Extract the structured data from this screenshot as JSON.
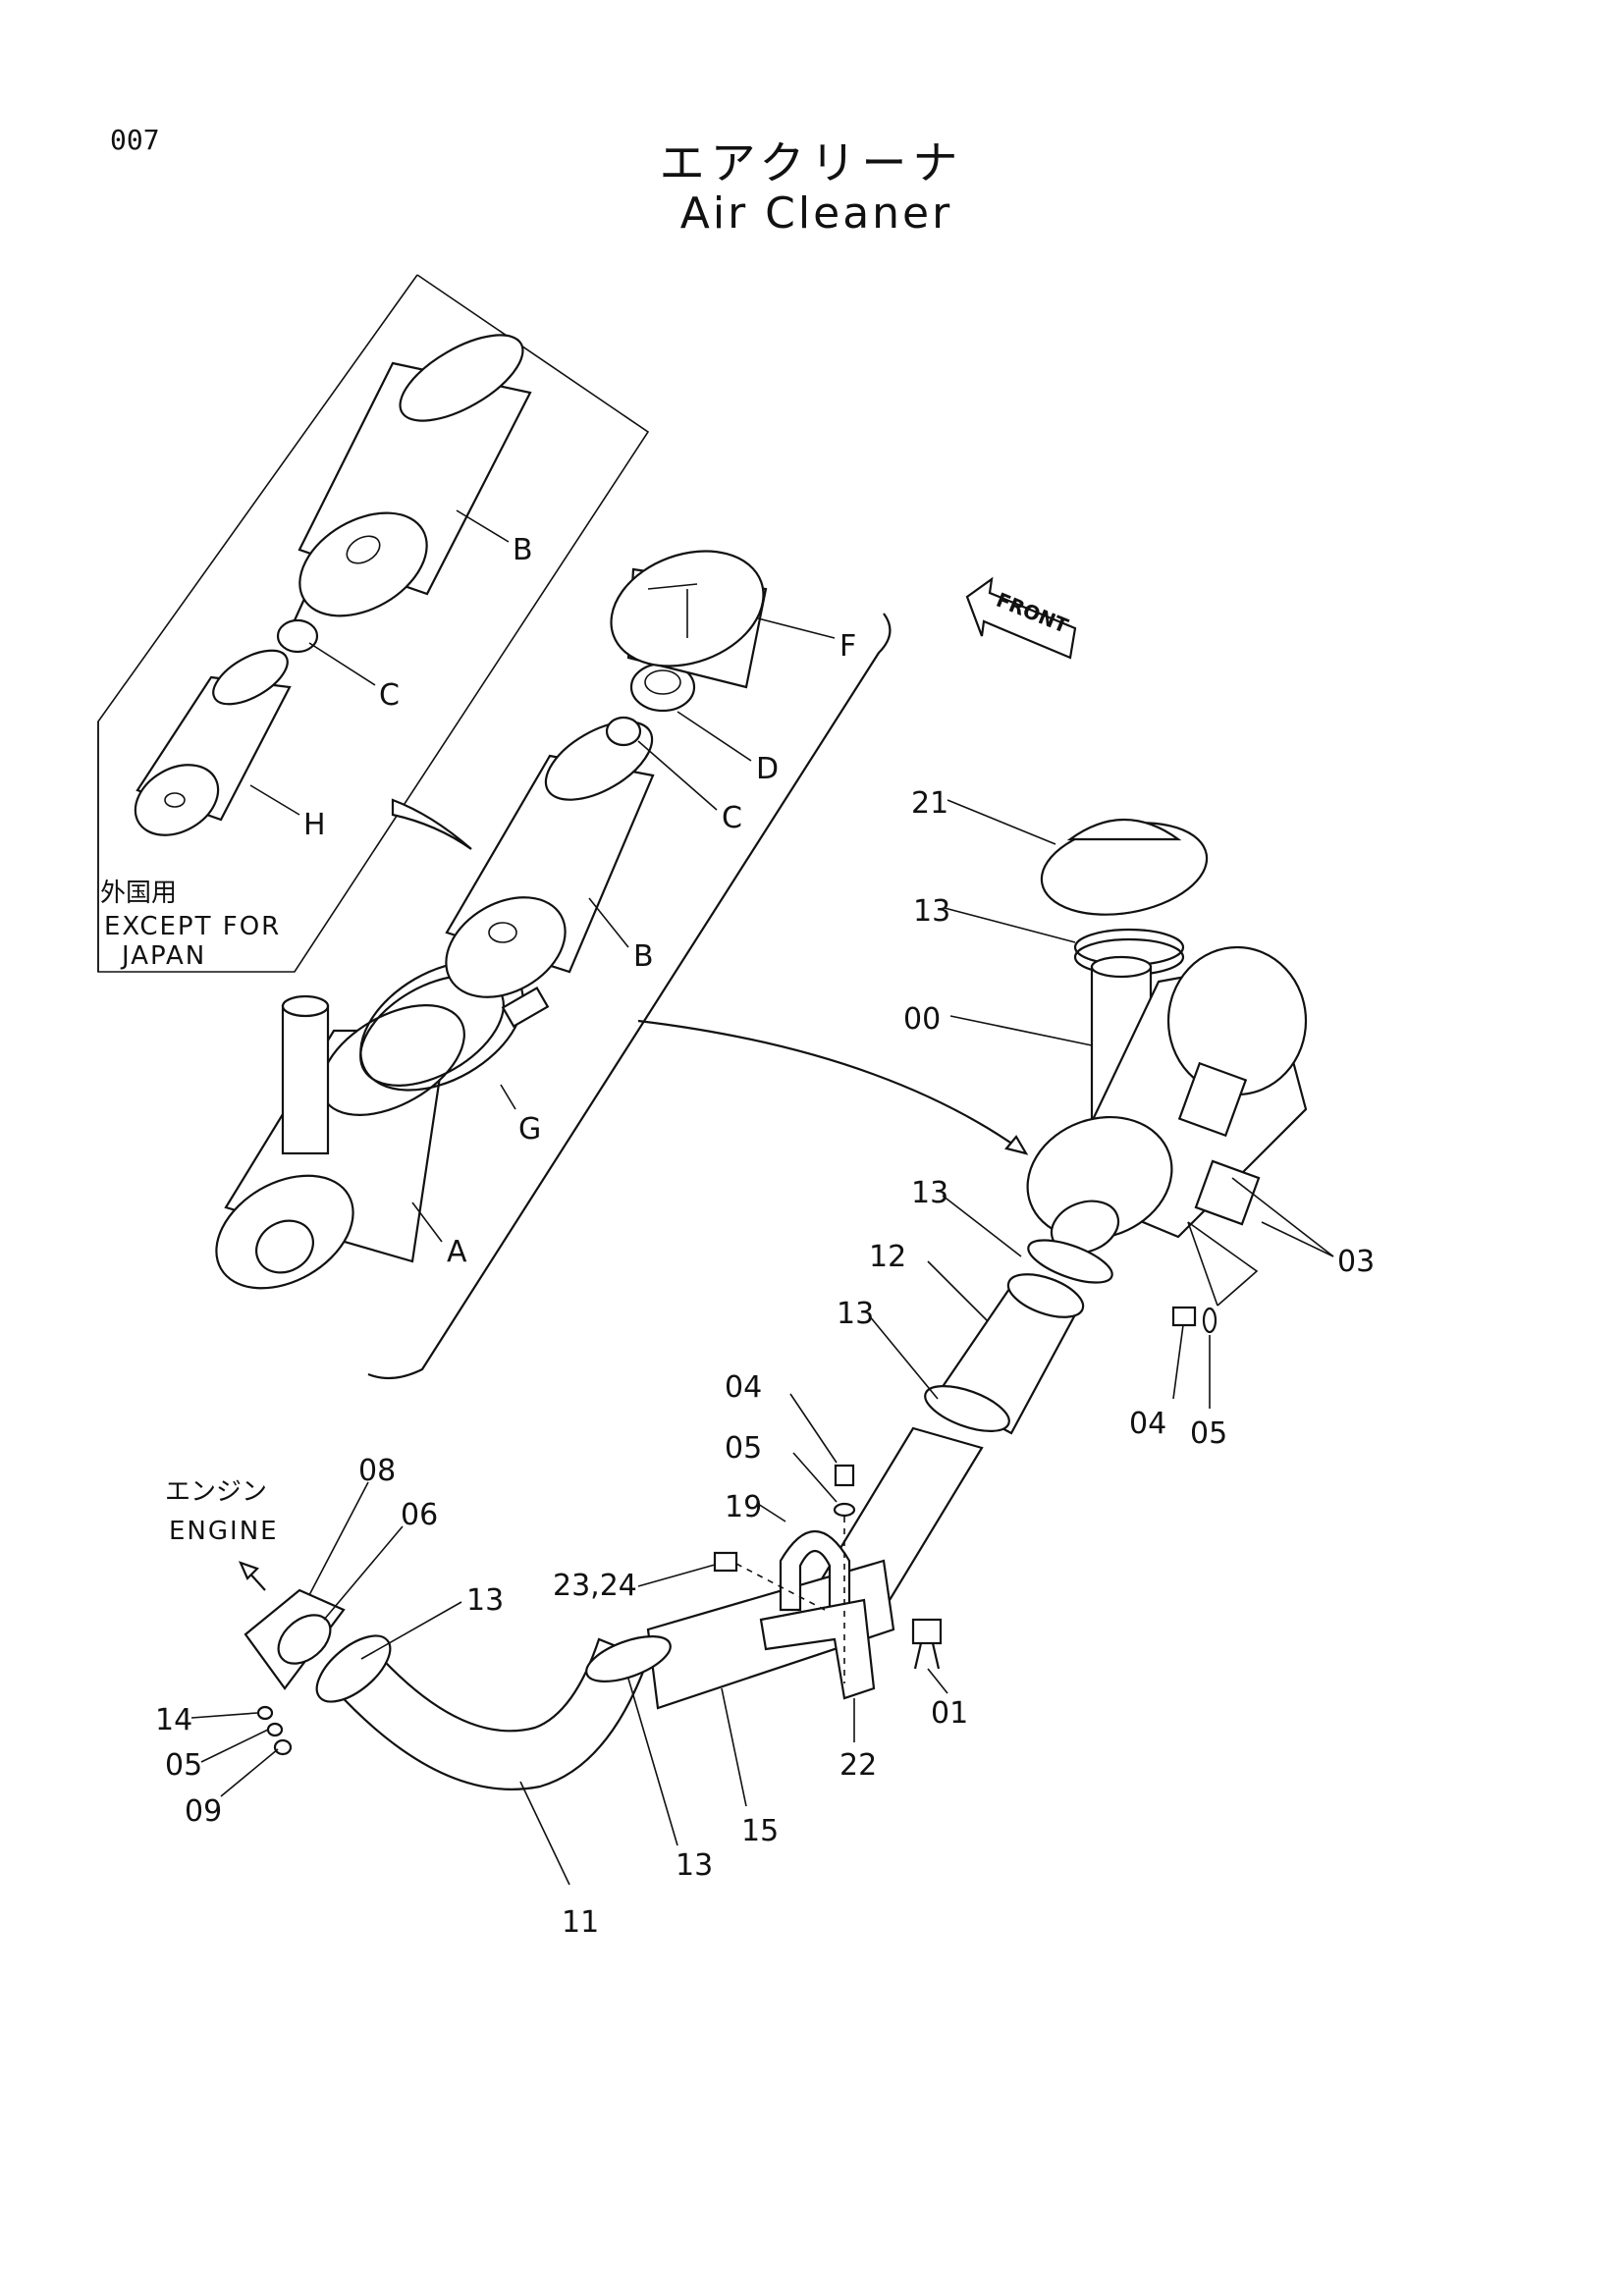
{
  "page_number": "007",
  "title_ja": "エアクリーナ",
  "title_en": "Air Cleaner",
  "front_arrow_label": "FRONT",
  "engine_label_ja": "エンジン",
  "engine_label_en": "ENGINE",
  "inset_note": {
    "ja": "外国用",
    "en_line1": "EXCEPT FOR",
    "en_line2": "JAPAN"
  },
  "part_labels": {
    "A": "A",
    "B": "B",
    "B2": "B",
    "C": "C",
    "C2": "C",
    "D": "D",
    "F": "F",
    "G": "G",
    "H": "H",
    "p21": "21",
    "p13a": "13",
    "p00": "00",
    "p13b": "13",
    "p03": "03",
    "p12": "12",
    "p13c": "13",
    "p04a": "04",
    "p05a": "05",
    "p04b": "04",
    "p05b": "05",
    "p19": "19",
    "p23_24": "23,24",
    "p01": "01",
    "p22": "22",
    "p08": "08",
    "p06": "06",
    "p13d": "13",
    "p14": "14",
    "p05c": "05",
    "p09": "09",
    "p13e": "13",
    "p15": "15",
    "p11": "11"
  }
}
